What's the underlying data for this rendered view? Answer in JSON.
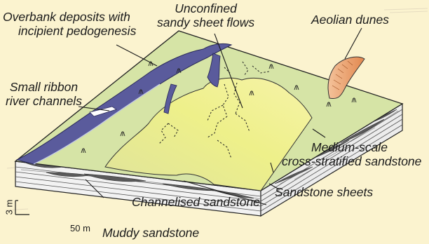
{
  "labels": {
    "overbank": [
      "Overbank deposits with",
      "incipient pedogenesis"
    ],
    "unconfined": [
      "Unconfined",
      "sandy sheet flows"
    ],
    "aeolian": "Aeolian dunes",
    "ribbon": [
      "Small ribbon",
      "river channels"
    ],
    "medium_scale": [
      "Medium-scale",
      "cross-stratified sandstone"
    ],
    "sandstone_sheets": "Sandstone sheets",
    "channelised": "Channelised sandstone",
    "muddy": "Muddy sandstone"
  },
  "scale": {
    "vertical": "3 m",
    "horizontal": "50 m"
  },
  "colors": {
    "background": "#fbf3cf",
    "floodplain": "#d6e4a6",
    "channel": "#5a5b9c",
    "sheet_flow": "#eaeb8c",
    "dune": "#e9a06b",
    "block_side": "#eeeeee",
    "sandstone_lens": "#555555"
  }
}
